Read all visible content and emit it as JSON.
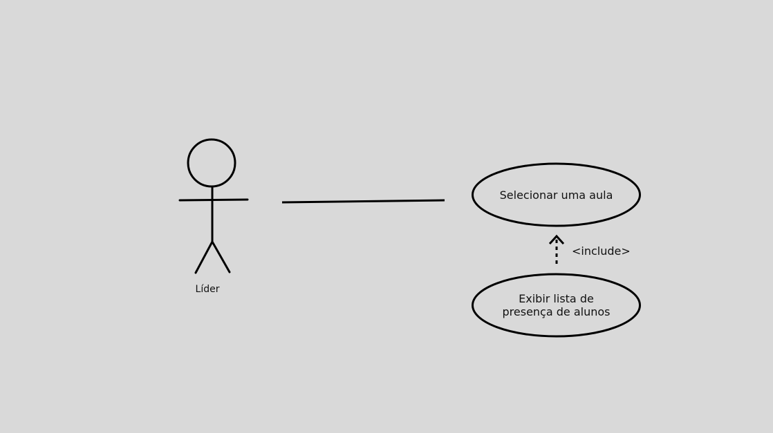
{
  "diagram": {
    "type": "use-case",
    "actor": {
      "name": "Líder"
    },
    "use_cases": [
      {
        "label": "Selecionar uma aula"
      },
      {
        "label": "Exibir lista de\npresença de alunos"
      }
    ],
    "relationships": [
      {
        "type": "association",
        "from": "Líder",
        "to": "Selecionar uma aula"
      },
      {
        "type": "include",
        "label": "<include>",
        "from": "Exibir lista de presença de alunos",
        "to": "Selecionar uma aula"
      }
    ],
    "colors": {
      "background": "#d9d9d9",
      "stroke": "#000000",
      "text": "#111111"
    }
  }
}
